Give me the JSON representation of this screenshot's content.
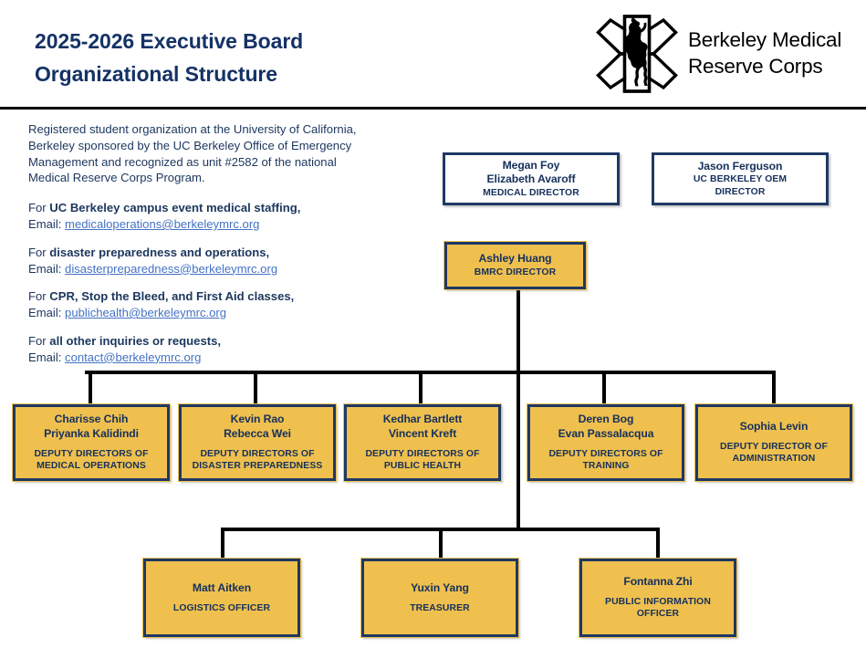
{
  "header": {
    "title_line1": "2025-2026 Executive Board",
    "title_line2": "Organizational Structure",
    "logo_text_line1": "Berkeley Medical",
    "logo_text_line2": "Reserve Corps",
    "logo_icon": "star-of-life-with-bear-icon"
  },
  "info": {
    "intro": "Registered student organization at the University of California, Berkeley sponsored by the UC Berkeley Office of Emergency Management and recognized as unit #2582 of the national Medical Reserve Corps Program.",
    "contacts": [
      {
        "prefix": "For ",
        "topic": "UC Berkeley campus event medical staffing,",
        "email_label": "Email: ",
        "email": "medicaloperations@berkeleymrc.org"
      },
      {
        "prefix": "For ",
        "topic": "disaster preparedness and operations,",
        "email_label": "Email: ",
        "email": "disasterpreparedness@berkeleymrc.org"
      },
      {
        "prefix": "For ",
        "topic": "CPR, Stop the Bleed, and First Aid classes,",
        "email_label": "Email: ",
        "email": "publichealth@berkeleymrc.org"
      },
      {
        "prefix": "For ",
        "topic": "all other inquiries or requests,",
        "email_label": "Email: ",
        "email": "contact@berkeleymrc.org"
      }
    ]
  },
  "colors": {
    "navy": "#1f3864",
    "gold": "#efc04e",
    "title_navy": "#143265",
    "link_blue": "#4472c4",
    "text_navy": "#16305d"
  },
  "chart": {
    "advisors": [
      {
        "person_line1": "Megan Foy",
        "person_line2": "Elizabeth Avaroff",
        "role_line1": "MEDICAL DIRECTOR",
        "role_line2": ""
      },
      {
        "person_line1": "Jason Ferguson",
        "person_line2": "",
        "role_line1": "UC BERKELEY OEM",
        "role_line2": "DIRECTOR"
      }
    ],
    "director": {
      "person_line1": "Ashley Huang",
      "role_line1": "BMRC DIRECTOR"
    },
    "deputies": [
      {
        "person_line1": "Charisse Chih",
        "person_line2": "Priyanka Kalidindi",
        "role_line1": "DEPUTY DIRECTORS OF",
        "role_line2": "MEDICAL OPERATIONS"
      },
      {
        "person_line1": "Kevin Rao",
        "person_line2": "Rebecca Wei",
        "role_line1": "DEPUTY DIRECTORS OF",
        "role_line2": "DISASTER PREPAREDNESS"
      },
      {
        "person_line1": "Kedhar Bartlett",
        "person_line2": "Vincent Kreft",
        "role_line1": "DEPUTY DIRECTORS OF",
        "role_line2": "PUBLIC HEALTH"
      },
      {
        "person_line1": "Deren Bog",
        "person_line2": "Evan Passalacqua",
        "role_line1": "DEPUTY DIRECTORS OF",
        "role_line2": "TRAINING"
      },
      {
        "person_line1": "Sophia Levin",
        "person_line2": "",
        "role_line1": "DEPUTY DIRECTOR OF",
        "role_line2": "ADMINISTRATION"
      }
    ],
    "officers": [
      {
        "person_line1": "Matt Aitken",
        "role_line1": "LOGISTICS OFFICER",
        "role_line2": ""
      },
      {
        "person_line1": "Yuxin Yang",
        "role_line1": "TREASURER",
        "role_line2": ""
      },
      {
        "person_line1": "Fontanna Zhi",
        "role_line1": "PUBLIC INFORMATION",
        "role_line2": "OFFICER"
      }
    ]
  }
}
